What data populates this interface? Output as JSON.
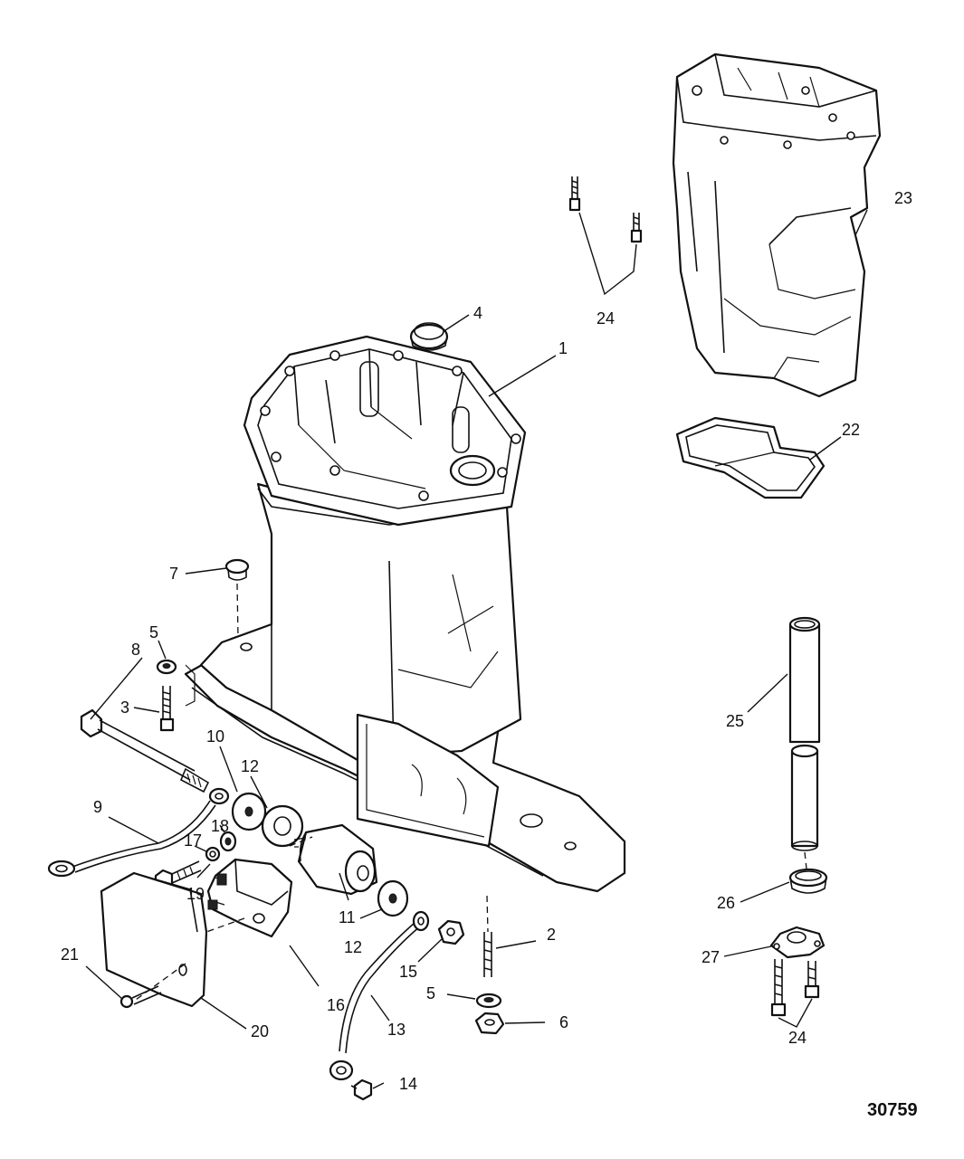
{
  "figure": {
    "number": "30759",
    "callouts": [
      {
        "id": "c1",
        "label": "1"
      },
      {
        "id": "c2",
        "label": "2"
      },
      {
        "id": "c3",
        "label": "3"
      },
      {
        "id": "c4",
        "label": "4"
      },
      {
        "id": "c5a",
        "label": "5"
      },
      {
        "id": "c5b",
        "label": "5"
      },
      {
        "id": "c6",
        "label": "6"
      },
      {
        "id": "c7",
        "label": "7"
      },
      {
        "id": "c8",
        "label": "8"
      },
      {
        "id": "c9",
        "label": "9"
      },
      {
        "id": "c10",
        "label": "10"
      },
      {
        "id": "c11",
        "label": "11"
      },
      {
        "id": "c12a",
        "label": "12"
      },
      {
        "id": "c12b",
        "label": "12"
      },
      {
        "id": "c13",
        "label": "13"
      },
      {
        "id": "c14",
        "label": "14"
      },
      {
        "id": "c15",
        "label": "15"
      },
      {
        "id": "c16",
        "label": "16"
      },
      {
        "id": "c17",
        "label": "17"
      },
      {
        "id": "c18",
        "label": "18"
      },
      {
        "id": "c19",
        "label": "19"
      },
      {
        "id": "c20",
        "label": "20"
      },
      {
        "id": "c21",
        "label": "21"
      },
      {
        "id": "c22",
        "label": "22"
      },
      {
        "id": "c23",
        "label": "23"
      },
      {
        "id": "c24a",
        "label": "24"
      },
      {
        "id": "c24b",
        "label": "24"
      },
      {
        "id": "c25",
        "label": "25"
      },
      {
        "id": "c26",
        "label": "26"
      },
      {
        "id": "c27",
        "label": "27"
      }
    ]
  }
}
